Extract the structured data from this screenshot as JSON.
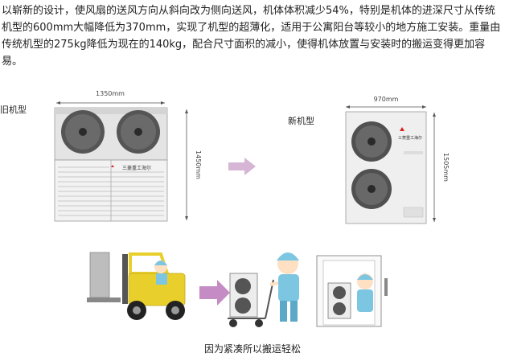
{
  "intro_text": "以崭新的设计，使风扇的送风方向从斜向改为侧向送风，机体体积减少54%，特别是机体的进深尺寸从传统机型的600mm大幅降低为370mm，实现了机型的超薄化，适用于公寓阳台等较小的地方施工安装。重量由传统机型的275kg降低为现在的140kg，配合尺寸面积的减小，使得机体放置与安装时的搬运变得更加容易。",
  "old_model": {
    "label": "旧机型",
    "width_dim": "1350mm",
    "height_dim": "1450mm",
    "brand": "三菱重工海尔"
  },
  "new_model": {
    "label": "新机型",
    "width_dim": "970mm",
    "height_dim": "1505mm",
    "brand": "三菱重工海尔"
  },
  "caption": "因为紧凑所以搬运轻松",
  "colors": {
    "arrow": "#c58bc4",
    "forklift": "#e9cf2c",
    "unit_body": "#f0f0f0",
    "fan_dark": "#3a3a3a",
    "worker": "#7cc6e2"
  }
}
